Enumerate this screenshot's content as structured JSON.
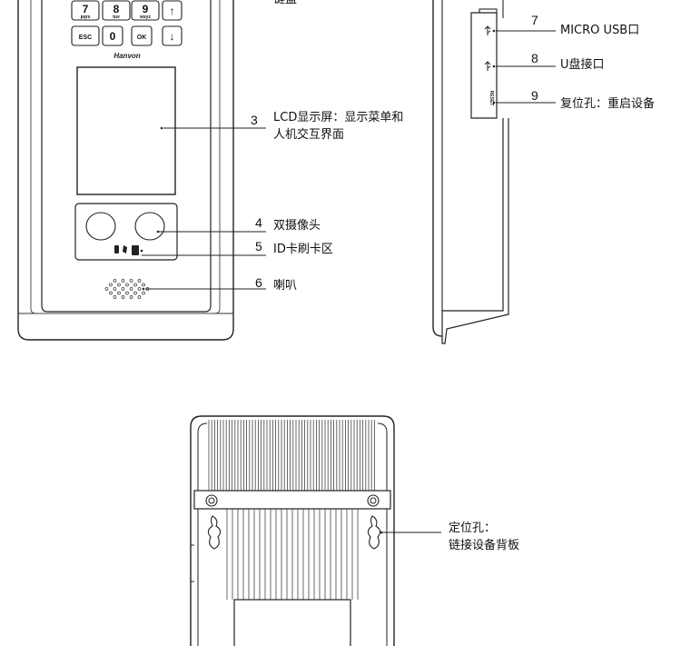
{
  "front_view": {
    "partial_top_label": "键盘",
    "brand": "Hanvon",
    "keypad": {
      "top_row": [
        {
          "main": "7",
          "sub": "pqrs"
        },
        {
          "main": "8",
          "sub": "tuv"
        },
        {
          "main": "9",
          "sub": "wxyz"
        },
        {
          "main": "↑",
          "sub": ""
        }
      ],
      "bottom_row": [
        {
          "main": "ESC",
          "sub": ""
        },
        {
          "main": "0",
          "sub": ""
        },
        {
          "main": "OK",
          "sub": ""
        },
        {
          "main": "↓",
          "sub": ""
        }
      ]
    },
    "callouts": [
      {
        "num": "3",
        "lines": [
          "LCD显示屏：显示菜单和",
          "人机交互界面"
        ]
      },
      {
        "num": "4",
        "lines": [
          "双摄像头"
        ]
      },
      {
        "num": "5",
        "lines": [
          "ID卡刷卡区"
        ]
      },
      {
        "num": "6",
        "lines": [
          "喇叭"
        ]
      }
    ]
  },
  "side_view": {
    "reset_text": "RESET",
    "callouts": [
      {
        "num": "7",
        "lines": [
          "MICRO USB口"
        ]
      },
      {
        "num": "8",
        "lines": [
          "U盘接口"
        ]
      },
      {
        "num": "9",
        "lines": [
          "复位孔：重启设备"
        ]
      }
    ]
  },
  "back_view": {
    "callout_lines": [
      "定位孔：",
      "链接设备背板"
    ]
  }
}
